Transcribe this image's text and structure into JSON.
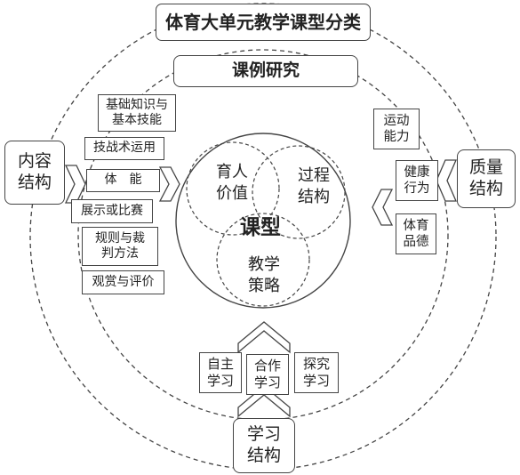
{
  "title": "体育大单元教学课型分类",
  "case_study": "课例研究",
  "content_structure": "内容\n结构",
  "content_items": [
    "基础知识与\n基本技能",
    "技战术运用",
    "体　能",
    "展示或比赛",
    "规则与裁\n判方法",
    "观赏与评价"
  ],
  "quality_structure": "质量\n结构",
  "quality_items": [
    "运动\n能力",
    "健康\n行为",
    "体育\n品德"
  ],
  "learning_structure": "学习\n结构",
  "learning_items": [
    "自主\n学习",
    "合作\n学习",
    "探究\n学习"
  ],
  "venn": {
    "value": "育人\n价值",
    "process": "过程\n结构",
    "strategy": "教学\n策略",
    "core": "课型"
  }
}
